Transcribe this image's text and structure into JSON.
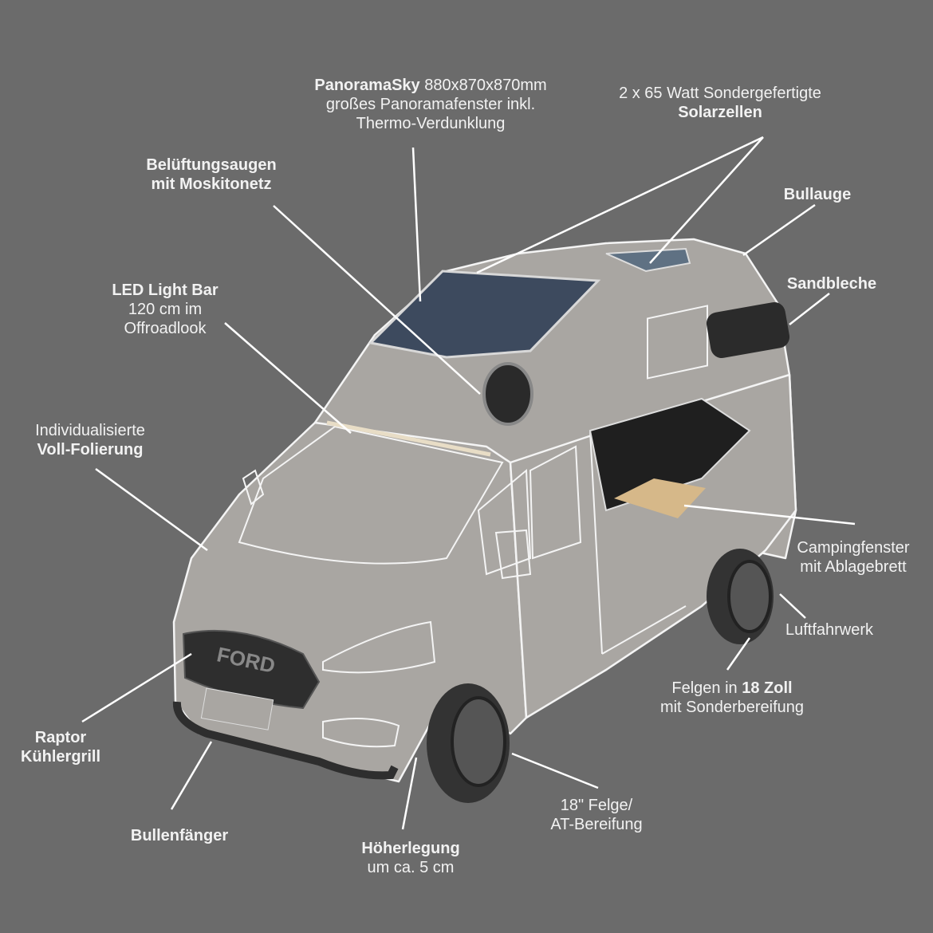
{
  "labels": {
    "panorama": {
      "bold": "PanoramaSky",
      "rest": " 880x870x870mm",
      "l2": "großes Panoramafenster inkl.",
      "l3": "Thermo-Verdunklung"
    },
    "solar": {
      "l1": "2 x 65 Watt Sondergefertigte",
      "bold": "Solarzellen"
    },
    "belueftung": {
      "l1": "Belüftungsaugen",
      "l2": "mit Moskitonetz"
    },
    "bullauge": {
      "l1": "Bullauge"
    },
    "sandbleche": {
      "l1": "Sandbleche"
    },
    "led": {
      "bold": "LED Light Bar",
      "l2": "120 cm im",
      "l3": "Offroadlook"
    },
    "folierung": {
      "l1": "Individualisierte",
      "bold": "Voll-Folierung"
    },
    "campingfenster": {
      "l1": "Campingfenster",
      "l2": "mit Ablagebrett"
    },
    "luftfahrwerk": {
      "l1": "Luftfahrwerk"
    },
    "felgen": {
      "pre": "Felgen in ",
      "bold": "18 Zoll",
      "l2": "mit Sonderbereifung"
    },
    "felge18": {
      "l1": "18\" Felge/",
      "l2": "AT-Bereifung"
    },
    "hoeherlegung": {
      "bold": "Höherlegung",
      "l2": "um ca. 5 cm"
    },
    "bullenfaenger": {
      "l1": "Bullenfänger"
    },
    "raptor": {
      "l1": "Raptor",
      "l2": "Kühlergrill"
    }
  },
  "grille_text": "FORD",
  "colors": {
    "background": "#6b6b6b",
    "body": "#a9a6a2",
    "outline": "#f4f4f4"
  }
}
